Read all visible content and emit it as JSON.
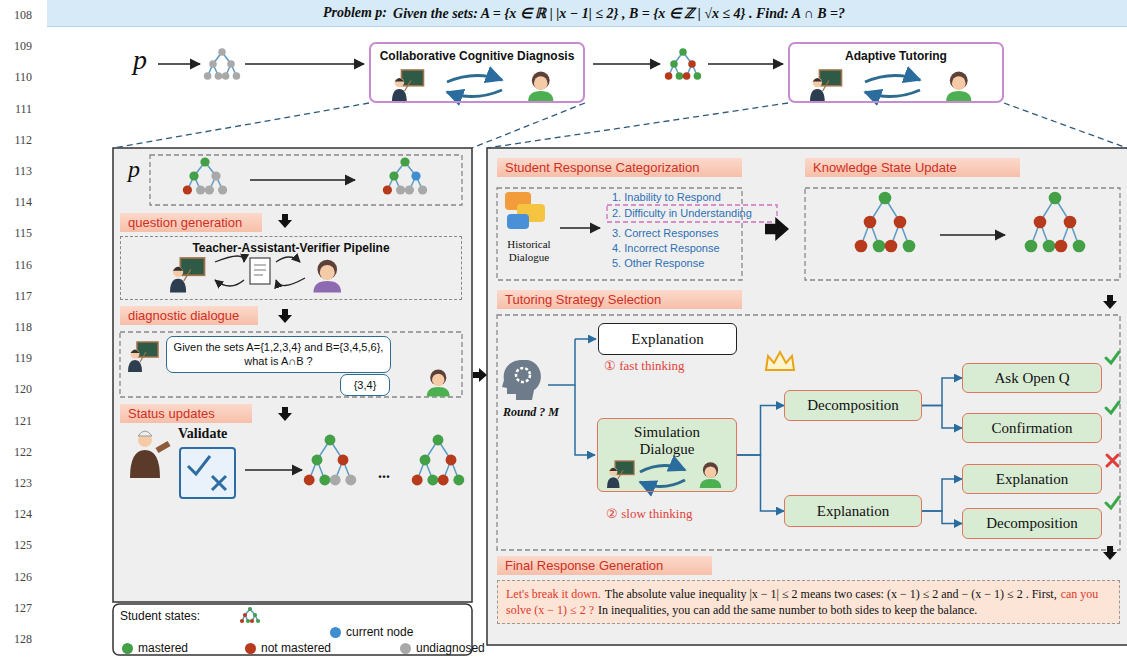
{
  "diagram": {
    "nodes": [
      {
        "text": [
          "Problem p:",
          "Given the sets: A = {x ∈ ℝ | |x − 1| ≤ 2} , B = {x ∈ ℤ | √x ≤ 4} . Find: A ∩ B =?"
        ]
      },
      {
        "text": [
          "Collaborative Cognitive Diagnosis"
        ]
      },
      {
        "text": [
          "Adaptive Tutoring"
        ]
      },
      {
        "text": [
          "question generation"
        ]
      },
      {
        "text": [
          "Teacher-Assistant-Verifier Pipeline"
        ]
      },
      {
        "text": [
          "diagnostic dialogue"
        ]
      },
      {
        "text": [
          "Given the sets A={1,2,3,4} and B={3,4,5,6}, what is A∩B ?"
        ]
      },
      {
        "text": [
          "{3,4}"
        ]
      },
      {
        "text": [
          "Status updates"
        ]
      },
      {
        "text": [
          "Student Response Categorization"
        ]
      },
      {
        "text": [
          "Knowledge State Update"
        ]
      },
      {
        "text": [
          "Tutoring Strategy Selection"
        ]
      },
      {
        "text": [
          "Explanation"
        ]
      },
      {
        "text": [
          "Simulation Dialogue"
        ]
      },
      {
        "text": [
          "Decomposition"
        ]
      },
      {
        "text": [
          "Explanation"
        ]
      },
      {
        "text": [
          "Ask Open Q"
        ]
      },
      {
        "text": [
          "Confirmation"
        ]
      },
      {
        "text": [
          "Explanation"
        ]
      },
      {
        "text": [
          "Decomposition"
        ]
      },
      {
        "text": [
          "Final Response Generation"
        ]
      },
      {
        "text": [
          "Let's break it down.",
          "The absolute value inequality |x − 1| ≤ 2 means two cases: (x − 1) ≤ 2 and − (x − 1) ≤ 2 . First,",
          "can you solve (x − 1) ≤ 2 ?",
          "In inequalities, you can add the same number to both sides to keep the balance."
        ]
      }
    ],
    "edges": [
      {
        "from": 13,
        "to": 14,
        "arrow": "to"
      },
      {
        "from": 13,
        "to": 15,
        "arrow": "to"
      },
      {
        "from": 14,
        "to": 16,
        "arrow": "to"
      },
      {
        "from": 14,
        "to": 17,
        "arrow": "to"
      },
      {
        "from": 15,
        "to": 18,
        "arrow": "to"
      },
      {
        "from": 15,
        "to": 19,
        "arrow": "to"
      }
    ],
    "labels": [
      "108",
      "109",
      "110",
      "111",
      "112",
      "113",
      "114",
      "115",
      "116",
      "117",
      "118",
      "119",
      "120",
      "121",
      "122",
      "123",
      "124",
      "125",
      "126",
      "127",
      "128",
      "p",
      "p",
      "Historical Dialogue",
      "1. Inability to Respond",
      "2. Difficulty in Understanding",
      "3. Correct Responses",
      "4. Incorrect Response",
      "5. Other Response",
      "① fast thinking",
      "② slow thinking",
      "Round ? M",
      "Validate",
      "...",
      "Student states:"
    ],
    "legend": [
      {
        "text": "current node",
        "color": "#3e8ed0"
      },
      {
        "text": "mastered",
        "color": "#43a047"
      },
      {
        "text": "not mastered",
        "color": "#b83a1c"
      },
      {
        "text": "undiagnosed",
        "color": "#a9a9a9"
      }
    ]
  }
}
